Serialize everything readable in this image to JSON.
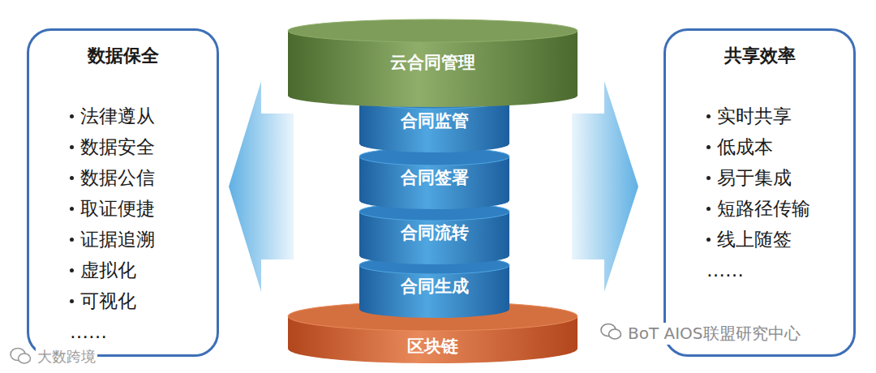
{
  "diagram": {
    "nodes": [
      {
        "text": [
          "数据保全",
          "法律遵从",
          "数据安全",
          "数据公信",
          "取证便捷",
          "证据追溯",
          "虚拟化",
          "可视化",
          "……"
        ]
      },
      {
        "text": [
          "云合同管理"
        ]
      },
      {
        "text": [
          "合同监管"
        ]
      },
      {
        "text": [
          "合同签署"
        ]
      },
      {
        "text": [
          "合同流转"
        ]
      },
      {
        "text": [
          "合同生成"
        ]
      },
      {
        "text": [
          "区块链"
        ]
      },
      {
        "text": [
          "共享效率",
          "实时共享",
          "低成本",
          "易于集成",
          "短路径传输",
          "线上随签",
          "……"
        ]
      }
    ],
    "labels": [
      "BoT AIOS联盟研究中心",
      "大数跨境"
    ]
  }
}
